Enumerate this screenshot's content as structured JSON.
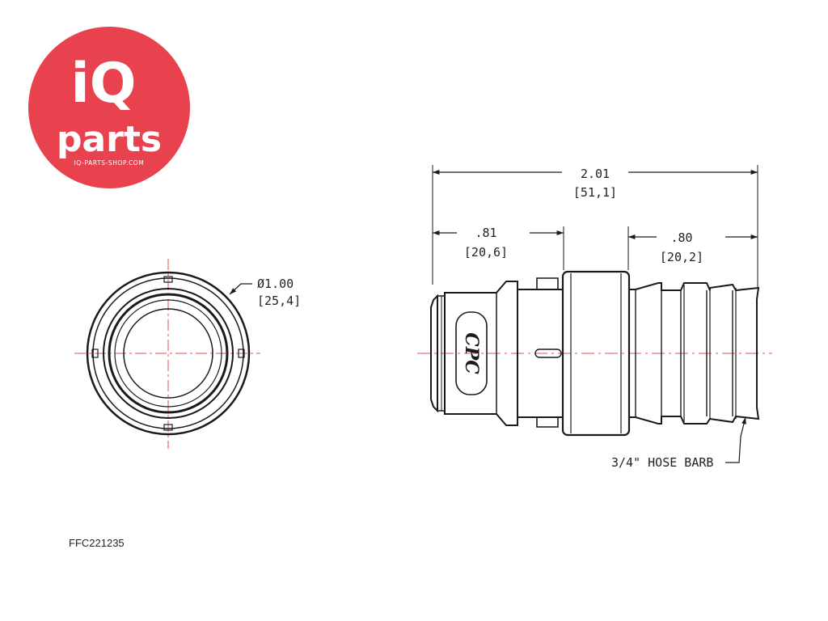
{
  "logo": {
    "line1": "iQ",
    "line2": "parts",
    "url": "IQ-PARTS-SHOP.COM",
    "color": "#e8424f"
  },
  "end_view": {
    "diameter_in": "Ø1.00",
    "diameter_mm": "[25,4]"
  },
  "side_view": {
    "overall_in": "2.01",
    "overall_mm": "[51,1]",
    "left_in": ".81",
    "left_mm": "[20,6]",
    "right_in": ".80",
    "right_mm": "[20,2]",
    "callout": "3/4\" HOSE BARB",
    "brand_mark": "CPC"
  },
  "part_number": "FFC221235",
  "colors": {
    "line": "#1a1a1a",
    "centerline": "#e05050"
  }
}
